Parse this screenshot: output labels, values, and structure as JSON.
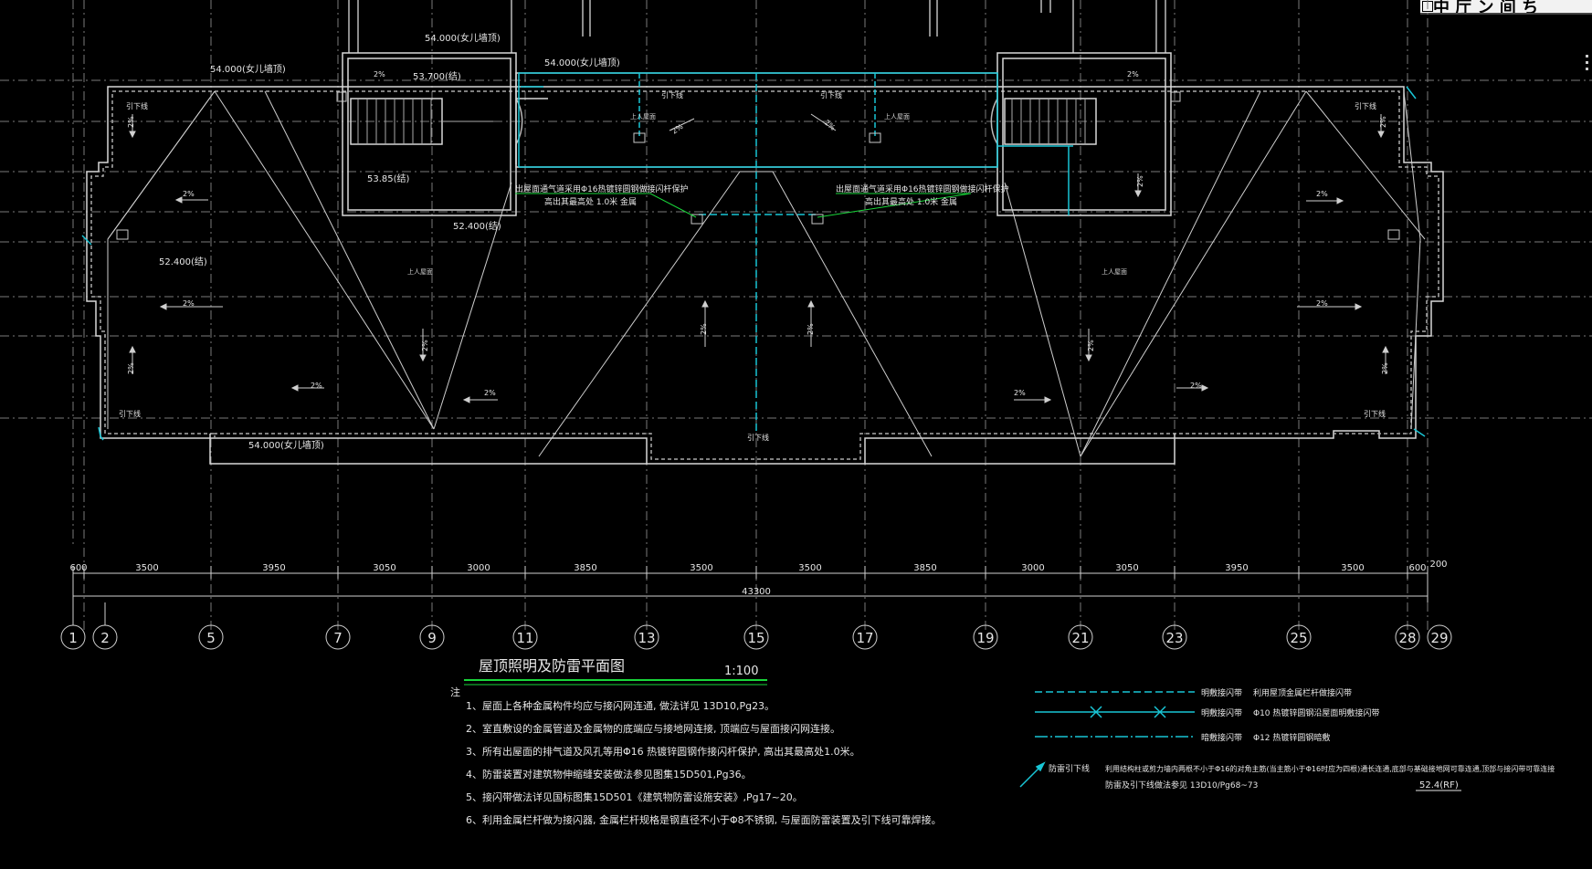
{
  "header_block": {
    "text": "中 厅 ン 间 ち"
  },
  "parapets": [
    "54.000(女儿墙顶)",
    "54.000(女儿墙顶)",
    "54.000(女儿墙顶)",
    "54.000(女儿墙顶)"
  ],
  "levels": [
    "53.700(结)",
    "53.85(结)",
    "52.400(结)",
    "52.400(结)"
  ],
  "slope": "2%",
  "downlead_label": "引下线",
  "roof_access": "上人屋面",
  "roof_access_small": "上人屋面",
  "vent_notes": {
    "left": [
      "出屋面通气道采用Φ16热镀锌圆钢做接闪杆保护",
      "高出其最高处 1.0米 金属"
    ],
    "right": [
      "出屋面通气道采用Φ16热镀锌圆钢做接闪杆保护",
      "高出其最高处 1.0米 金属"
    ]
  },
  "dimensions": {
    "segments": [
      "600",
      "3500",
      "3950",
      "3050",
      "3000",
      "3850",
      "3500",
      "3500",
      "3850",
      "3000",
      "3050",
      "3950",
      "3500",
      "600"
    ],
    "extra": "200",
    "total": "43300"
  },
  "axes": [
    "1",
    "2",
    "5",
    "7",
    "9",
    "11",
    "13",
    "15",
    "17",
    "19",
    "21",
    "23",
    "25",
    "28",
    "29"
  ],
  "plan_title": "屋顶照明及防雷平面图",
  "plan_scale": "1:100",
  "notes_label": "注",
  "notes": [
    "1、屋面上各种金属构件均应与接闪网连通, 做法详见 13D10,Pg23。",
    "2、室直敷设的金属管道及金属物的底端应与接地网连接, 顶端应与屋面接闪网连接。",
    "3、所有出屋面的排气道及风孔等用Φ16 热镀锌圆钢作接闪杆保护, 高出其最高处1.0米。",
    "4、防雷装置对建筑物伸缩缝安装做法参见图集15D501,Pg36。",
    "5、接闪带做法详见国标图集15D501《建筑物防雷设施安装》,Pg17~20。",
    "6、利用金属栏杆做为接闪器, 金属栏杆规格是钢直径不小于Φ8不锈钢, 与屋面防雷装置及引下线可靠焊接。"
  ],
  "legend": [
    {
      "label": "明敷接闪带",
      "desc": "利用屋顶金属栏杆做接闪带"
    },
    {
      "label": "明敷接闪带",
      "desc": "Φ10 热镀锌圆钢沿屋面明敷接闪带"
    },
    {
      "label": "暗敷接闪带",
      "desc": "Φ12 热镀锌圆钢暗敷"
    },
    {
      "label": "防雷引下线",
      "desc": "利用结构柱或剪力墙内两根不小于Φ16的对角主筋(当主筋小于Φ16时应为四根)通长连通,底部与基础接地网可靠连通,顶部与接闪带可靠连接",
      "desc2": "防雷及引下线做法参见 13D10/Pg68~73"
    }
  ],
  "roof_level_tag": "52.4(RF)"
}
